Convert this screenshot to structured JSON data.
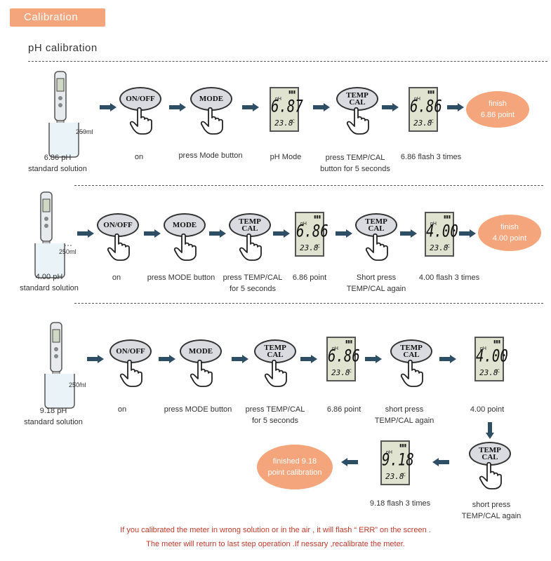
{
  "header": {
    "title": "Calibration"
  },
  "section": {
    "title": "pH calibration"
  },
  "buttons": {
    "onoff": "ON/OFF",
    "mode": "MODE",
    "temp": "TEMP",
    "cal": "CAL"
  },
  "lcd": {
    "ph": "pH",
    "battery": "▮▮▮",
    "temp": "23.8",
    "unit": "℃"
  },
  "beaker": {
    "volume": "250ml"
  },
  "row1": {
    "solution_line1": "6.86  pH",
    "solution_line2": "standard solution",
    "on": "on",
    "mode": "press Mode button",
    "phmode": "pH Mode",
    "temp_line1": "press TEMP/CAL",
    "temp_line2": "button for 5 seconds",
    "flash": "6.86 flash 3 times",
    "finish_line1": "finish",
    "finish_line2": "6.86 point",
    "display1": "6.87",
    "display2": "6.86"
  },
  "row2": {
    "solution_line1": "4.00 pH",
    "solution_line2": "standard solution",
    "on": "on",
    "mode": "press MODE button",
    "temp_line1": "press TEMP/CAL",
    "temp_line2": "for 5 seconds",
    "point": "6.86 point",
    "short_line1": "Short press",
    "short_line2": "TEMP/CAL again",
    "flash": "4.00 flash 3 times",
    "finish_line1": "finish",
    "finish_line2": "4.00 point",
    "display1": "6.86",
    "display2": "4.00"
  },
  "row3": {
    "solution_line1": "9.18 pH",
    "solution_line2": "standard solution",
    "on": "on",
    "mode": "press MODE button",
    "temp_line1": "press TEMP/CAL",
    "temp_line2": "for 5 seconds",
    "point1": "6.86 point",
    "short_line1": "short press",
    "short_line2": "TEMP/CAL again",
    "point2": "4.00 point",
    "short2_line1": "short press",
    "short2_line2": "TEMP/CAL again",
    "flash": "9.18 flash 3 times",
    "finish_line1": "finished 9.18",
    "finish_line2": "point calibration",
    "display1": "6.86",
    "display2": "4.00",
    "display3": "9.18"
  },
  "notes": {
    "line1": "If you calibrated the meter in wrong solution or in the air , it will flash “ ERR” on the screen .",
    "line2": "The meter will return to last step operation .If nessary ,recalibrate the meter."
  },
  "colors": {
    "accent": "#f4a57c",
    "arrow": "#2e4e66",
    "warning": "#c0392b"
  }
}
